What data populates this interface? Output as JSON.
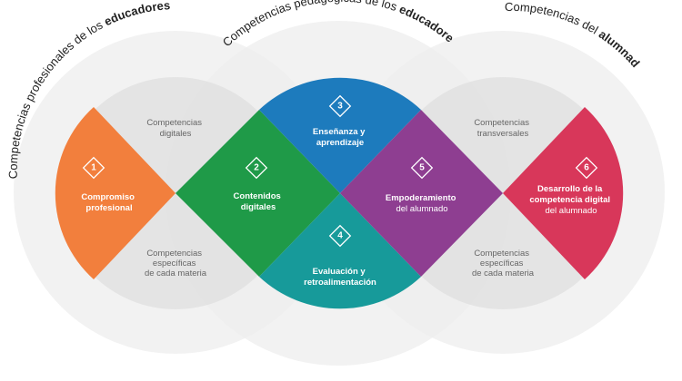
{
  "colors": {
    "outer_circle": "#ededed",
    "inner_circle": "#dcdcdc",
    "seg1": "#f27f3d",
    "seg2": "#1f9a48",
    "seg3": "#1d7bbd",
    "seg4": "#179a9a",
    "seg5": "#8e3e91",
    "seg6": "#d8375a"
  },
  "arc_titles": {
    "left": {
      "normal": "Competencias profesionales de los ",
      "bold": "educadores"
    },
    "middle": {
      "normal": "Competencias pedagógicas de los ",
      "bold": "educadores"
    },
    "right": {
      "normal": "Competencias del ",
      "bold": "alumnado"
    }
  },
  "side_labels": {
    "left_top": [
      "Competencias",
      "digitales"
    ],
    "left_bottom": [
      "Competencias",
      "específicas",
      "de cada materia"
    ],
    "right_top": [
      "Competencias",
      "transversales"
    ],
    "right_bottom": [
      "Competencias",
      "específicas",
      "de cada materia"
    ]
  },
  "segments": [
    {
      "number": "1",
      "lines": [
        {
          "bold": "Compromiso"
        },
        {
          "bold": "profesional"
        }
      ]
    },
    {
      "number": "2",
      "lines": [
        {
          "bold": "Contenidos"
        },
        {
          "bold": "digitales"
        }
      ]
    },
    {
      "number": "3",
      "lines": [
        {
          "bold": "Enseñanza y"
        },
        {
          "bold": "aprendizaje"
        }
      ]
    },
    {
      "number": "4",
      "lines": [
        {
          "bold": "Evaluación y"
        },
        {
          "bold": "retroalimentación"
        }
      ]
    },
    {
      "number": "5",
      "lines": [
        {
          "bold": "Empoderamiento"
        },
        {
          "normal": "del alumnado"
        }
      ]
    },
    {
      "number": "6",
      "lines": [
        {
          "bold": "Desarrollo de la"
        },
        {
          "bold": "competencia digital"
        },
        {
          "normal": "del alumnado"
        }
      ]
    }
  ]
}
